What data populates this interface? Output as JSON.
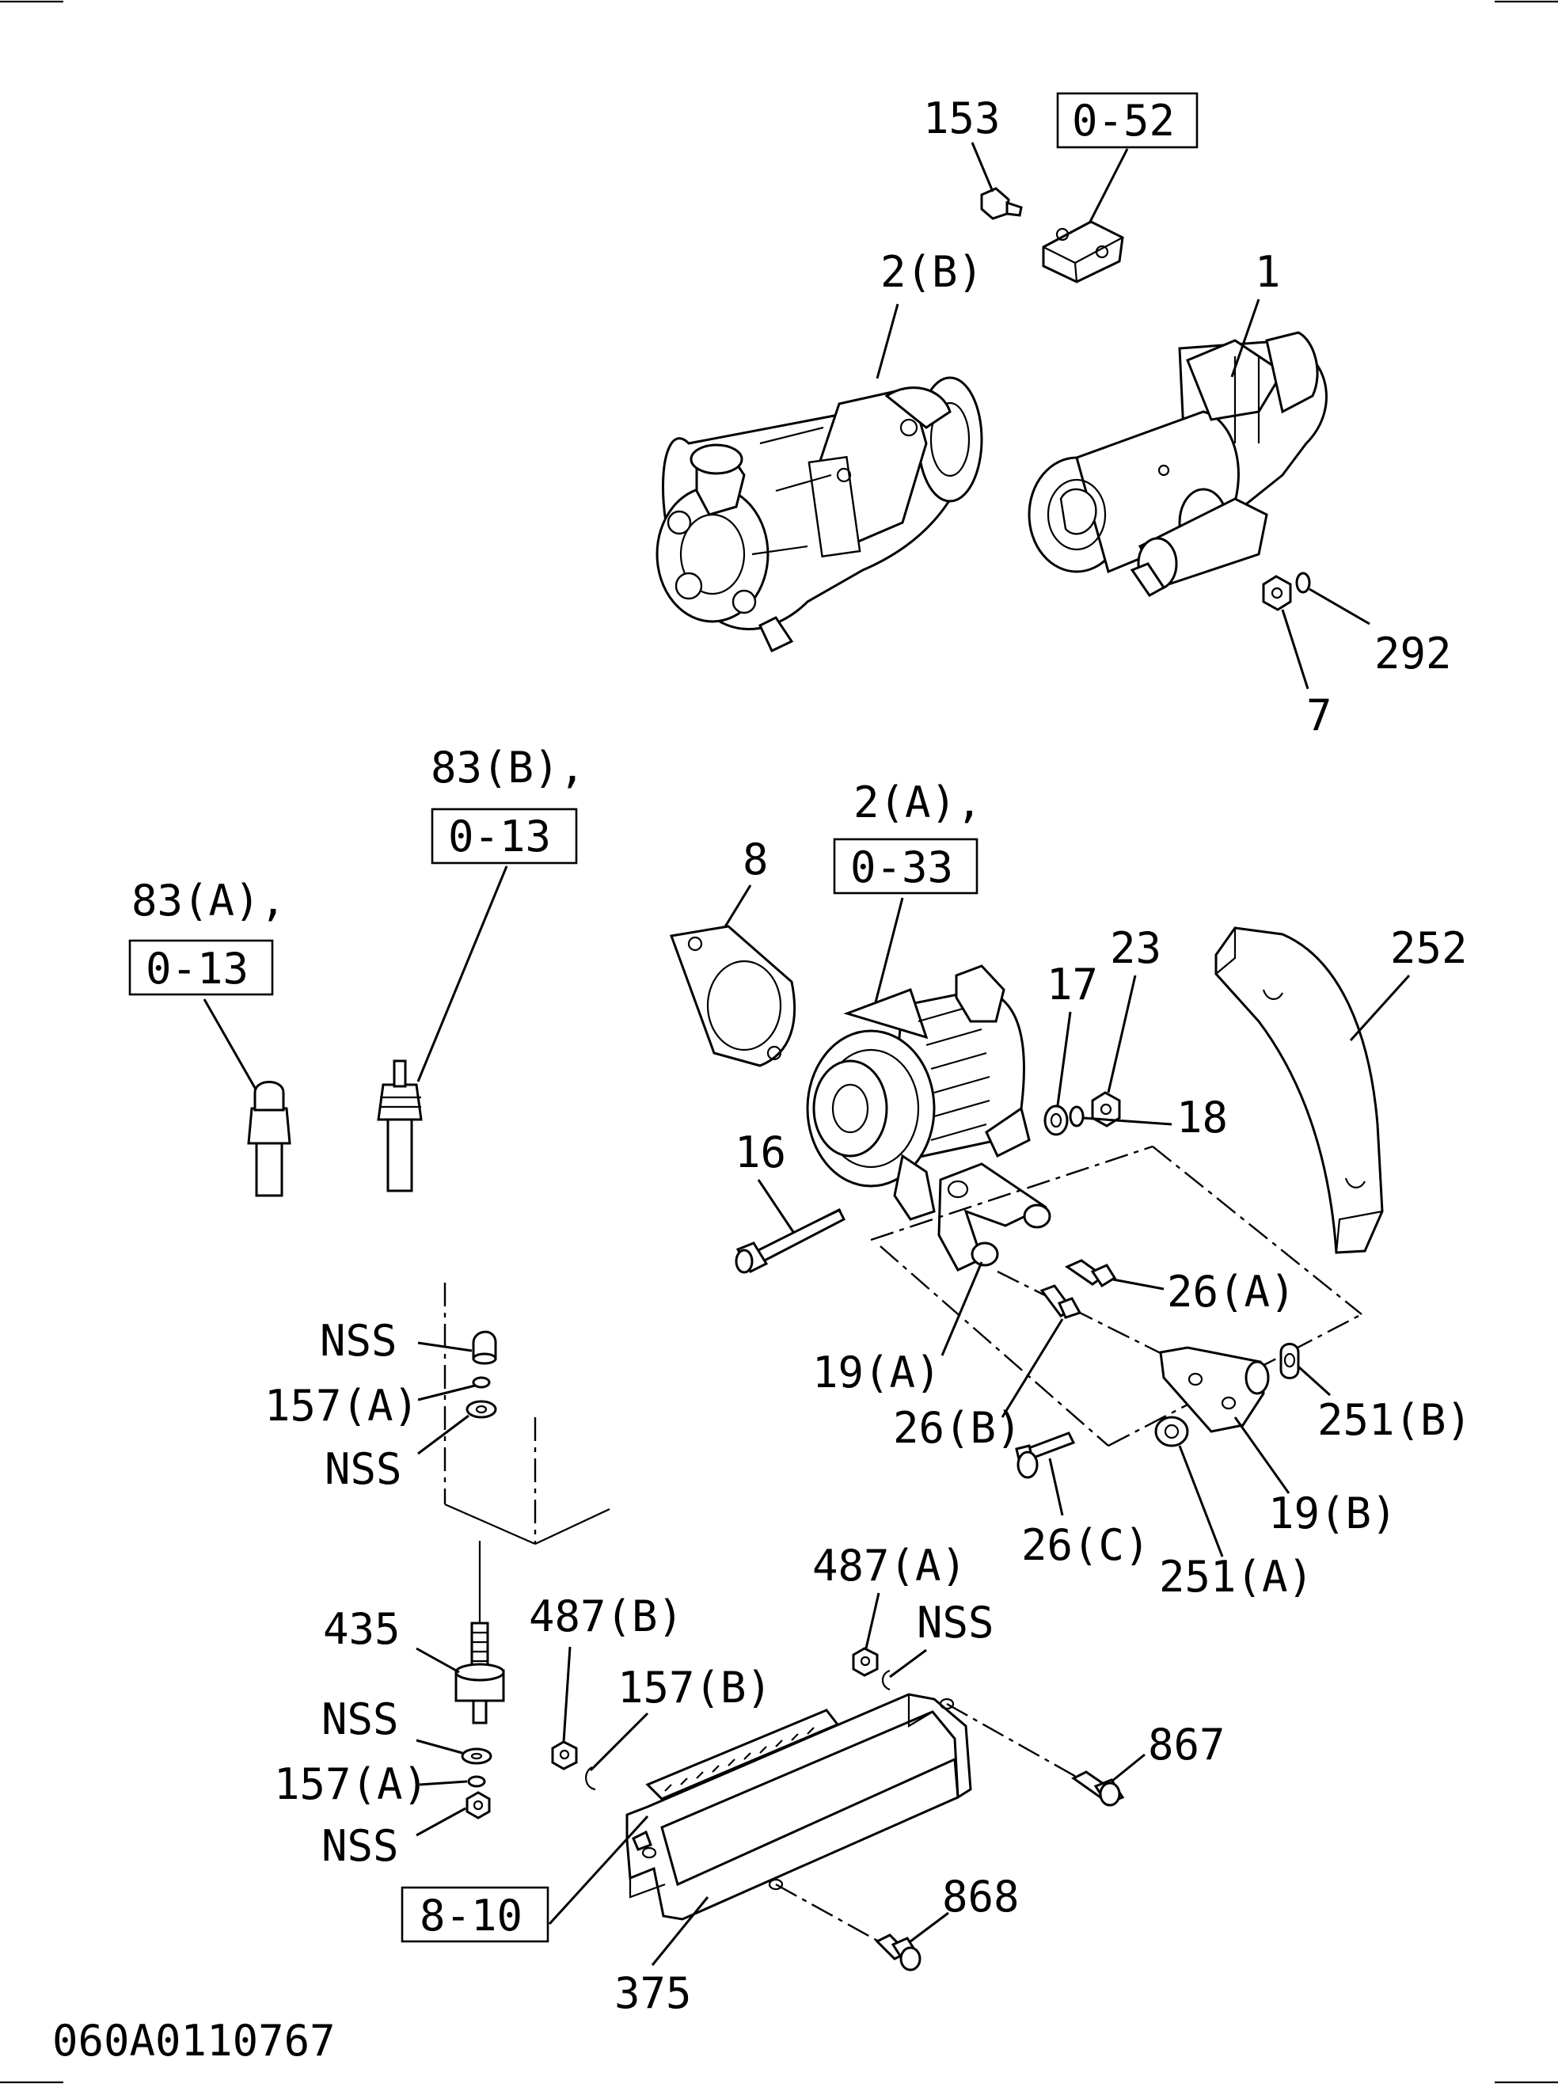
{
  "drawing_code": "060A0110767",
  "labels": {
    "p153": "153",
    "p2b": "2(B)",
    "p1": "1",
    "p292": "292",
    "p7": "7",
    "p83b": "83(B),",
    "p83a": "83(A),",
    "p2a": "2(A),",
    "p8": "8",
    "p23": "23",
    "p17": "17",
    "p252": "252",
    "p18": "18",
    "p16": "16",
    "p26a": "26(A)",
    "p19a": "19(A)",
    "p251b": "251(B)",
    "p26b": "26(B)",
    "p19b": "19(B)",
    "p26c": "26(C)",
    "p251a": "251(A)",
    "nss1": "NSS",
    "p157a1": "157(A)",
    "nss2": "NSS",
    "p435": "435",
    "p487b": "487(B)",
    "p487a": "487(A)",
    "nss3": "NSS",
    "p157b": "157(B)",
    "nss4": "NSS",
    "p867": "867",
    "p157a2": "157(A)",
    "nss5": "NSS",
    "p868": "868",
    "p375": "375"
  },
  "references": {
    "r052": "0-52",
    "r013b": "0-13",
    "r013a": "0-13",
    "r033": "0-33",
    "r810": "8-10"
  }
}
